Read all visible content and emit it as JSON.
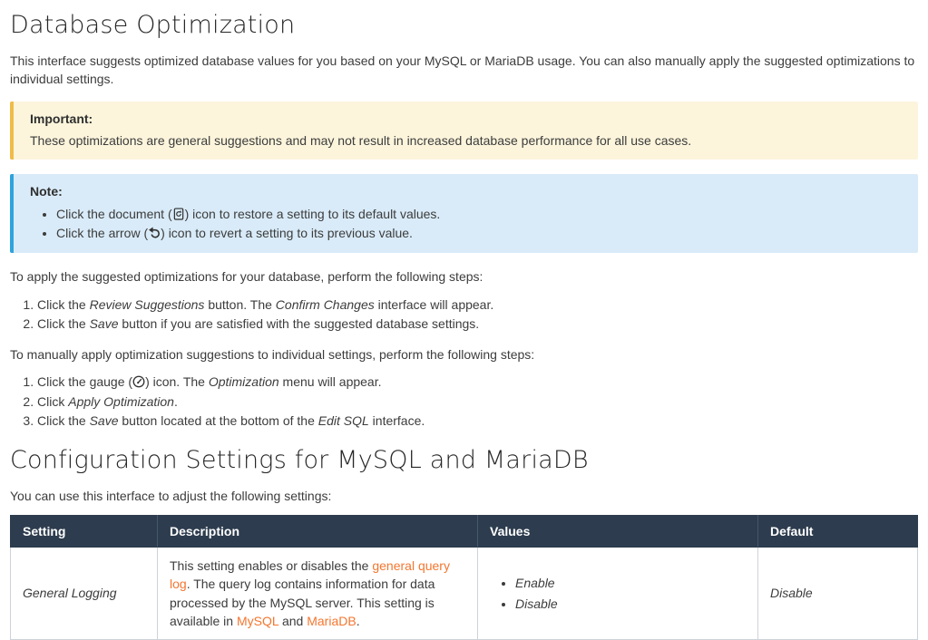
{
  "page": {
    "title": "Database Optimization",
    "intro": "This interface suggests optimized database values for you based on your MySQL or MariaDB usage. You can also manually apply the suggested optimizations to individual settings."
  },
  "colors": {
    "important_bg": "#fcf5dc",
    "important_border": "#f0bb49",
    "note_bg": "#d9ebf8",
    "note_border": "#2ea3dc",
    "table_header_bg": "#2d3c4e",
    "link_orange": "#f4762f",
    "body_text": "#3c3c3c"
  },
  "important": {
    "label": "Important:",
    "text": "These optimizations are general suggestions and may not result in increased database performance for all use cases."
  },
  "note": {
    "label": "Note:",
    "items": [
      {
        "pre": "Click the document (",
        "icon": "restore-document-icon",
        "post": ") icon to restore a setting to its default values."
      },
      {
        "pre": "Click the arrow (",
        "icon": "undo-arrow-icon",
        "post": ") icon to revert a setting to its previous value."
      }
    ]
  },
  "apply_section": {
    "intro": "To apply the suggested optimizations for your database, perform the following steps:",
    "step1": {
      "t1": "Click the ",
      "i1": "Review Suggestions",
      "t2": " button. The ",
      "i2": "Confirm Changes",
      "t3": " interface will appear."
    },
    "step2": {
      "t1": "Click the ",
      "i1": "Save",
      "t2": " button if you are satisfied with the suggested database settings."
    }
  },
  "manual_section": {
    "intro": "To manually apply optimization suggestions to individual settings, perform the following steps:",
    "step1": {
      "t1": "Click the gauge (",
      "icon": "gauge-icon",
      "t2": ") icon. The ",
      "i1": "Optimization",
      "t3": " menu will appear."
    },
    "step2": {
      "t1": "Click ",
      "i1": "Apply Optimization",
      "t2": "."
    },
    "step3": {
      "t1": "Click the ",
      "i1": "Save",
      "t2": " button located at the bottom of the ",
      "i2": "Edit SQL",
      "t3": " interface."
    }
  },
  "config_section": {
    "title": "Configuration Settings for MySQL and MariaDB",
    "intro": "You can use this interface to adjust the following settings:"
  },
  "table": {
    "headers": [
      "Setting",
      "Description",
      "Values",
      "Default"
    ],
    "row1": {
      "setting": "General Logging",
      "description": {
        "t1": "This setting enables or disables the ",
        "link1": "general query log",
        "t2": ". The query log contains information for data processed by the MySQL server. This setting is available in ",
        "link2": "MySQL",
        "t3": " and ",
        "link3": "MariaDB",
        "t4": "."
      },
      "values": [
        "Enable",
        "Disable"
      ],
      "default": "Disable"
    }
  }
}
